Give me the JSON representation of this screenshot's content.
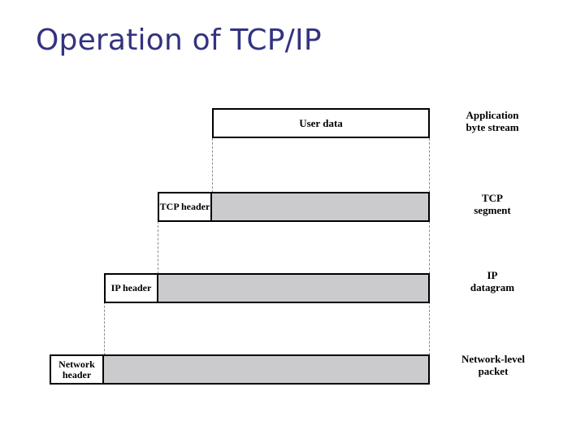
{
  "slide": {
    "title": "Operation of TCP/IP",
    "title_color": "#333380",
    "background": "#ffffff"
  },
  "diagram": {
    "name": "tcp-ip-encapsulation",
    "fill_colors": {
      "payload_gray": "#cbcbce",
      "header_white": "#ffffff",
      "border_black": "#000000",
      "connector_gray": "#8b8b8b"
    },
    "rows": [
      {
        "id": "application",
        "header_label": "",
        "body_label": "User data",
        "body_fill": "white",
        "caption": "Application\nbyte stream"
      },
      {
        "id": "transport",
        "header_label": "TCP\nheader",
        "body_label": "",
        "body_fill": "gray",
        "caption": "TCP\nsegment"
      },
      {
        "id": "internet",
        "header_label": "IP\nheader",
        "body_label": "",
        "body_fill": "gray",
        "caption": "IP\ndatagram"
      },
      {
        "id": "network-access",
        "header_label": "Network\nheader",
        "body_label": "",
        "body_fill": "gray",
        "caption": "Network-level\npacket"
      }
    ]
  }
}
